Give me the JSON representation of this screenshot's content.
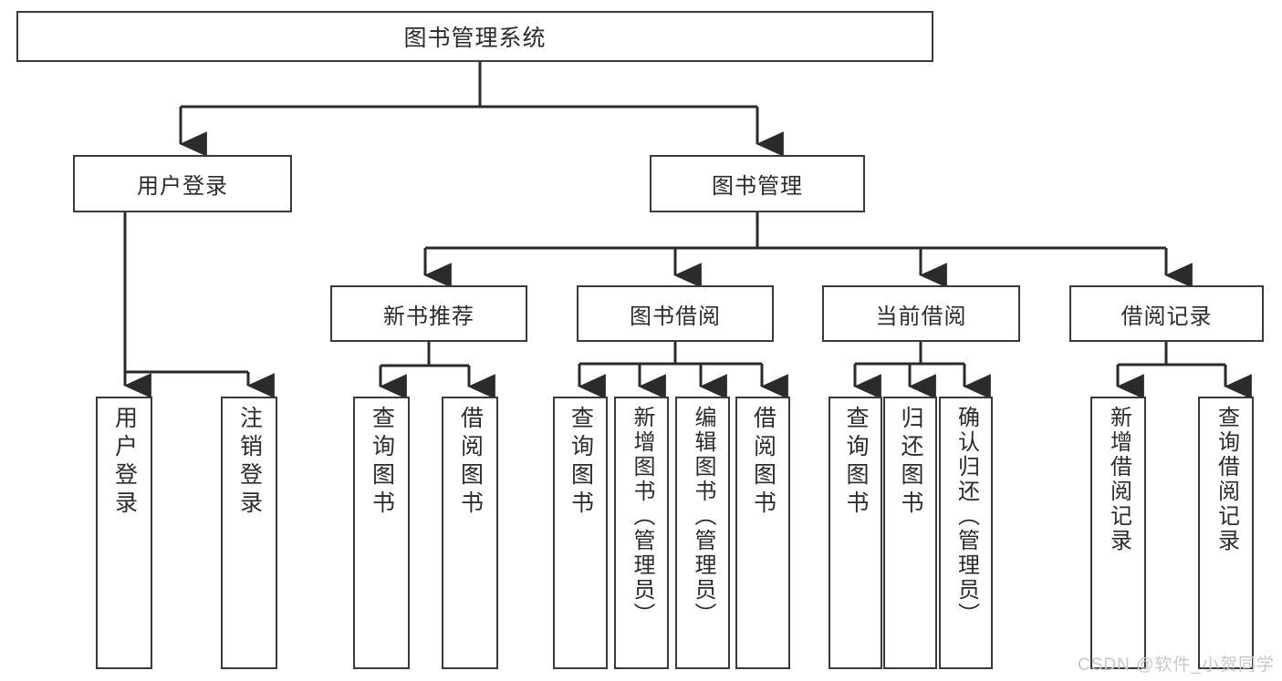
{
  "diagram": {
    "type": "tree-hierarchy",
    "title": "图书管理系统",
    "watermark": "CSDN @软件_小贺同学",
    "colors": {
      "box_border": "#3a3a3a",
      "box_fill": "#ffffff",
      "edge": "#2b2b2b",
      "text": "#2b2b2b",
      "watermark": "#c9c9c9",
      "background": "#ffffff"
    },
    "root": {
      "label": "图书管理系统"
    },
    "level2": [
      {
        "label": "用户登录"
      },
      {
        "label": "图书管理"
      }
    ],
    "level3": [
      {
        "label": "新书推荐"
      },
      {
        "label": "图书借阅"
      },
      {
        "label": "当前借阅"
      },
      {
        "label": "借阅记录"
      }
    ],
    "leaves": {
      "user_login": [
        {
          "label": "用户登录"
        },
        {
          "label": "注销登录"
        }
      ],
      "new_book_recommend": [
        {
          "label": "查询图书"
        },
        {
          "label": "借阅图书"
        }
      ],
      "book_borrow": [
        {
          "label": "查询图书"
        },
        {
          "label": "新增图书（管理员）"
        },
        {
          "label": "编辑图书（管理员）"
        },
        {
          "label": "借阅图书"
        }
      ],
      "current_borrow": [
        {
          "label": "查询图书"
        },
        {
          "label": "归还图书"
        },
        {
          "label": "确认归还（管理员）"
        }
      ],
      "borrow_record": [
        {
          "label": "新增借阅记录"
        },
        {
          "label": "查询借阅记录"
        }
      ]
    }
  }
}
